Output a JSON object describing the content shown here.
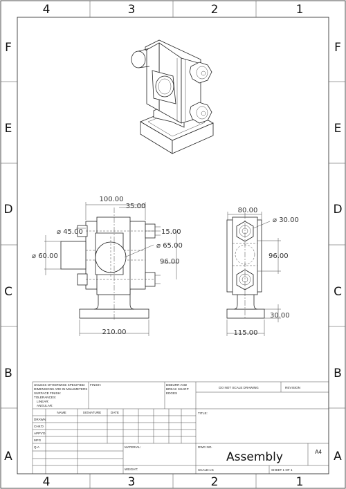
{
  "zones": {
    "columns": [
      "4",
      "3",
      "2",
      "1"
    ],
    "rows": [
      "F",
      "E",
      "D",
      "C",
      "B",
      "A"
    ]
  },
  "dimensions": {
    "front": {
      "d100": "100.00",
      "d35": "35.00",
      "d45": "⌀ 45.00",
      "d15": "15.00",
      "d65": "⌀ 65.00",
      "d60": "⌀ 60.00",
      "d96": "96.00",
      "d210": "210.00"
    },
    "side": {
      "d80": "80.00",
      "d30dia": "⌀ 30.00",
      "d96": "96.00",
      "d30": "30.00",
      "d115": "115.00"
    }
  },
  "title_block": {
    "notes": [
      "UNLESS OTHERWISE SPECIFIED:",
      "DIMENSIONS ARE IN MILLIMETERS",
      "SURFACE FINISH:",
      "TOLERANCES:",
      "LINEAR:",
      "ANGULAR:"
    ],
    "finish": "FINISH:",
    "deburr": [
      "DEBURR AND",
      "BREAK SHARP",
      "EDGES"
    ],
    "do_not_scale": "DO NOT SCALE DRAWING",
    "revision": "REVISION",
    "title_label": "TITLE:",
    "headers": [
      "NAME",
      "SIGNATURE",
      "DATE"
    ],
    "roles": [
      "DRAWN",
      "CHK'D",
      "APPV'D",
      "MFG",
      "Q.A"
    ],
    "material": "MATERIAL:",
    "weight": "WEIGHT:",
    "dwg_no": "DWG NO.",
    "drawing_title": "Assembly",
    "size": "A4",
    "scale": "SCALE:1:5",
    "sheet": "SHEET 1 OF 1"
  }
}
